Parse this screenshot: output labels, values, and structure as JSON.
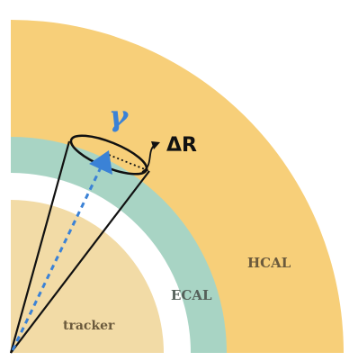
{
  "labels": {
    "photon": "γ",
    "cone_radius": "ΔR",
    "hcal": "HCAL",
    "ecal": "ECAL",
    "tracker": "tracker"
  },
  "colors": {
    "hcal": "#f7cf79",
    "ecal": "#a8d4c4",
    "gap": "#ffffff",
    "tracker": "#f2dba6",
    "photon": "#3b82d6",
    "cone": "#111111"
  }
}
